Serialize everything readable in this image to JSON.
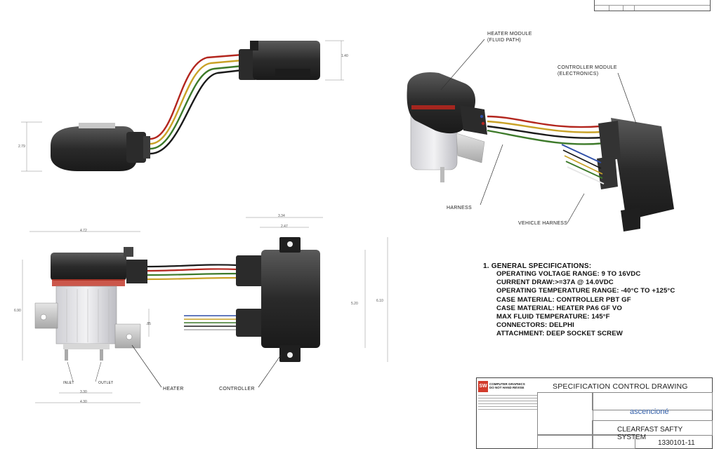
{
  "callouts": {
    "heater_module": "HEATER MODULE\n(FLUID PATH)",
    "controller_module": "CONTROLLER MODULE\n(ELECTRONICS)",
    "harness": "HARNESS",
    "vehicle_harness": "VEHICLE HARNESS",
    "heater": "HEATER",
    "controller": "CONTROLLER",
    "inlet": "INLET",
    "outlet": "OUTLET"
  },
  "dimensions": {
    "top_right_height": "1.40",
    "top_left_height": "2.79",
    "front_width": "4.72",
    "front_height": "6.90",
    "ctrl_width_outer": "3.34",
    "ctrl_width_inner": "2.47",
    "ctrl_height_inner": "5.20",
    "ctrl_height_outer": "6.10",
    "base_width": "3.30",
    "base_overall": "4.30",
    "mount_offset": ".85"
  },
  "specs": {
    "heading": "1. GENERAL SPECIFICATIONS:",
    "lines": [
      "OPERATING VOLTAGE RANGE: 9 TO 16VDC",
      "CURRENT DRAW:>=37A @ 14.0VDC",
      "OPERATING TEMPERATURE RANGE: -40°C TO +125°C",
      "CASE MATERIAL: CONTROLLER PBT GF",
      "CASE MATERIAL: HEATER PA6 GF VO",
      "MAX FLUID TEMPERATURE: 145°F",
      "CONNECTORS: DELPHI",
      "ATTACHMENT: DEEP SOCKET SCREW"
    ]
  },
  "title_block": {
    "badge": "SW",
    "company": "COMPUTER GRAPHICS\nDO NOT HAND REVISE",
    "drawing_type": "SPECIFICATION CONTROL DRAWING",
    "logo": "ascencioné",
    "system_name": "CLEARFAST SAFTY SYSTEM",
    "drawing_number": "1330101-11"
  },
  "colors": {
    "wire_red": "#b3261e",
    "wire_yellow": "#c9a227",
    "wire_green": "#3d7a2a",
    "wire_black": "#1a1a1a",
    "wire_blue": "#2f4fa8",
    "wire_white": "#e6e6e6",
    "housing_dark": "#2b2b2b",
    "logo_blue": "#2f5da8"
  }
}
